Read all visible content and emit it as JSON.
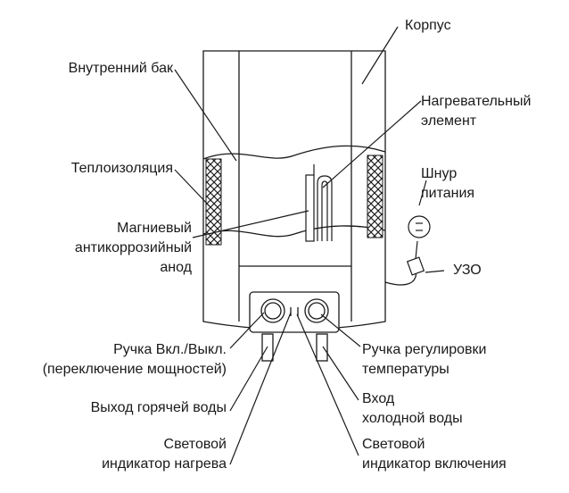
{
  "labels": {
    "housing": "Корпус",
    "inner_tank": "Внутренний бак",
    "heating_element": [
      "Нагревательный",
      "элемент"
    ],
    "insulation": "Теплоизоляция",
    "power_cord": [
      "Шнур",
      "питания"
    ],
    "anode": [
      "Магниевый",
      "антикоррозийный",
      "анод"
    ],
    "rcd": "УЗО",
    "power_knob": [
      "Ручка Вкл./Выкл.",
      "(переключение мощностей)"
    ],
    "temp_knob": [
      "Ручка регулировки",
      "температуры"
    ],
    "hot_outlet": "Выход горячей воды",
    "cold_inlet": [
      "Вход",
      "холодной воды"
    ],
    "heat_indicator": [
      "Световой",
      "индикатор нагрева"
    ],
    "power_indicator": [
      "Световой",
      "индикатор включения"
    ]
  },
  "colors": {
    "stroke": "#1a1a1a",
    "fill": "#ffffff"
  }
}
